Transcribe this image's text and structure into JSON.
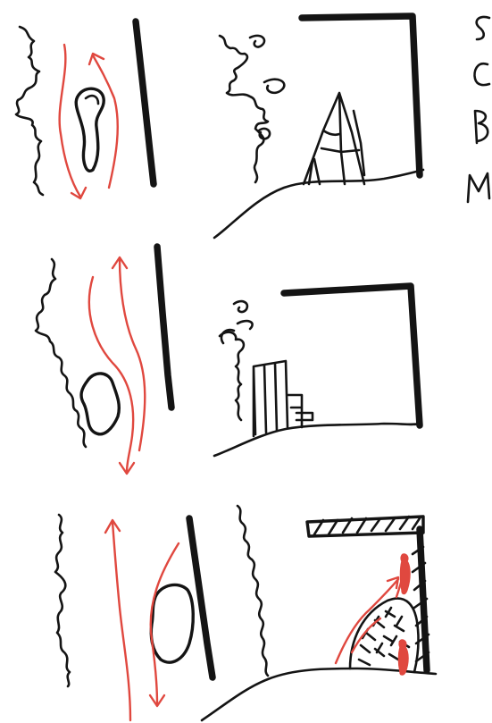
{
  "sheet": {
    "background": "#ffffff",
    "ink_color": "#141414",
    "accent_color": "#e0483f"
  },
  "rows": [
    {
      "plan": "plan-sketch-1",
      "section": "section-sketch-1"
    },
    {
      "plan": "plan-sketch-2",
      "section": "section-sketch-2"
    },
    {
      "plan": "plan-sketch-3",
      "section": "section-sketch-3"
    }
  ]
}
